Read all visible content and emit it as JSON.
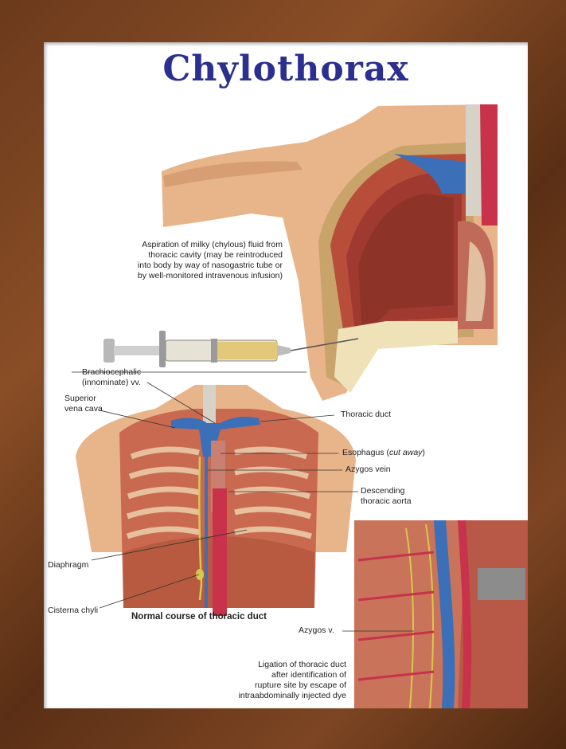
{
  "title": "Chylothorax",
  "labels": {
    "aspiration": [
      "Aspiration of milky (chylous) fluid from",
      "thoracic cavity (may be reintroduced",
      "into body by way of  nasogastric tube or",
      "by well-monitored intravenous infusion)"
    ],
    "brachiocephalic": [
      "Brachiocephalic",
      "(innominate) vv."
    ],
    "superior_vena_cava": [
      "Superior",
      "vena cava"
    ],
    "thoracic_duct": "Thoracic duct",
    "esophagus": "Esophagus",
    "esophagus_note": "cut away",
    "azygos_vein": "Azygos vein",
    "descending_aorta": [
      "Descending",
      "thoracic aorta"
    ],
    "diaphragm": "Diaphragm",
    "cisterna_chyli": "Cisterna chyli",
    "normal_course": "Normal course of thoracic duct",
    "azygos_v": "Azygos v.",
    "ligation": [
      "Ligation of thoracic duct",
      "after identification of",
      "rupture site by escape of",
      "intraabdominally injected dye"
    ]
  },
  "colors": {
    "title": "#2b2f8f",
    "frame": "#6b3a1c",
    "vein": "#3b6fb8",
    "artery": "#c8324a",
    "duct": "#d9c84a",
    "muscle": "#b5533a"
  }
}
